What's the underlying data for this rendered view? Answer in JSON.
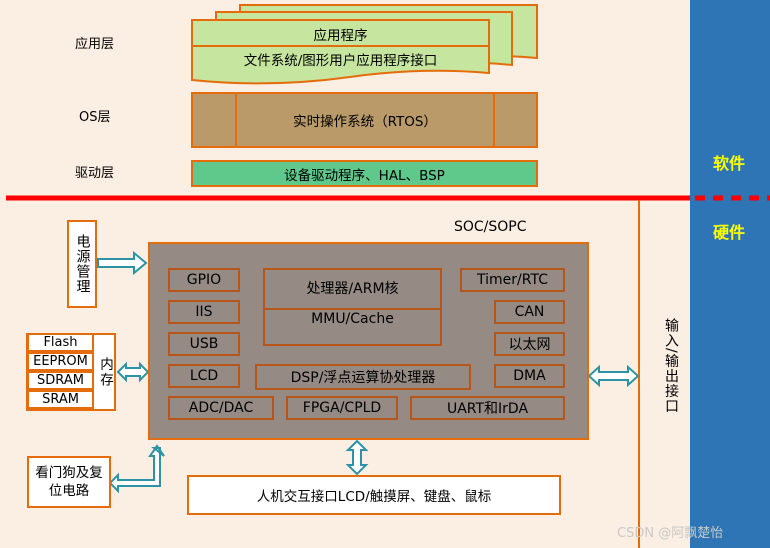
{
  "layers": {
    "app_label": "应用层",
    "os_label": "OS层",
    "driver_label": "驱动层"
  },
  "side": {
    "software": "软件",
    "hardware": "硬件"
  },
  "software": {
    "app_program": "应用程序",
    "app_interface": "文件系统/图形用户应用程序接口",
    "rtos": "实时操作系统（RTOS）",
    "drivers": "设备驱动程序、HAL、BSP"
  },
  "hardware": {
    "soc_title": "SOC/SOPC",
    "power": "电源管理",
    "memory_label": "内存",
    "memory_items": [
      "Flash",
      "EEPROM",
      "SDRAM",
      "SRAM"
    ],
    "watchdog": "看门狗及复位电路",
    "hmi": "人机交互接口LCD/触摸屏、键盘、鼠标",
    "io": "输入/输出接口",
    "soc": {
      "gpio": "GPIO",
      "iis": "IIS",
      "usb": "USB",
      "lcd": "LCD",
      "adc": "ADC/DAC",
      "processor": "处理器/ARM核",
      "mmu": "MMU/Cache",
      "dsp": "DSP/浮点运算协处理器",
      "fpga": "FPGA/CPLD",
      "uart": "UART和IrDA",
      "timer": "Timer/RTC",
      "can": "CAN",
      "ethernet": "以太网",
      "dma": "DMA"
    }
  },
  "watermark": "CSDN @阿飘楚怡",
  "colors": {
    "background": "#2e75b6",
    "canvas": "#fbeee2",
    "app_fill": "#c6e6a0",
    "os_fill": "#b99a68",
    "driver_fill": "#5fc98c",
    "soc_fill": "#958b84",
    "border": "#e46c0a",
    "divider": "#ff0000",
    "side_text": "#ffff00",
    "arrow": "#2c93a4"
  }
}
